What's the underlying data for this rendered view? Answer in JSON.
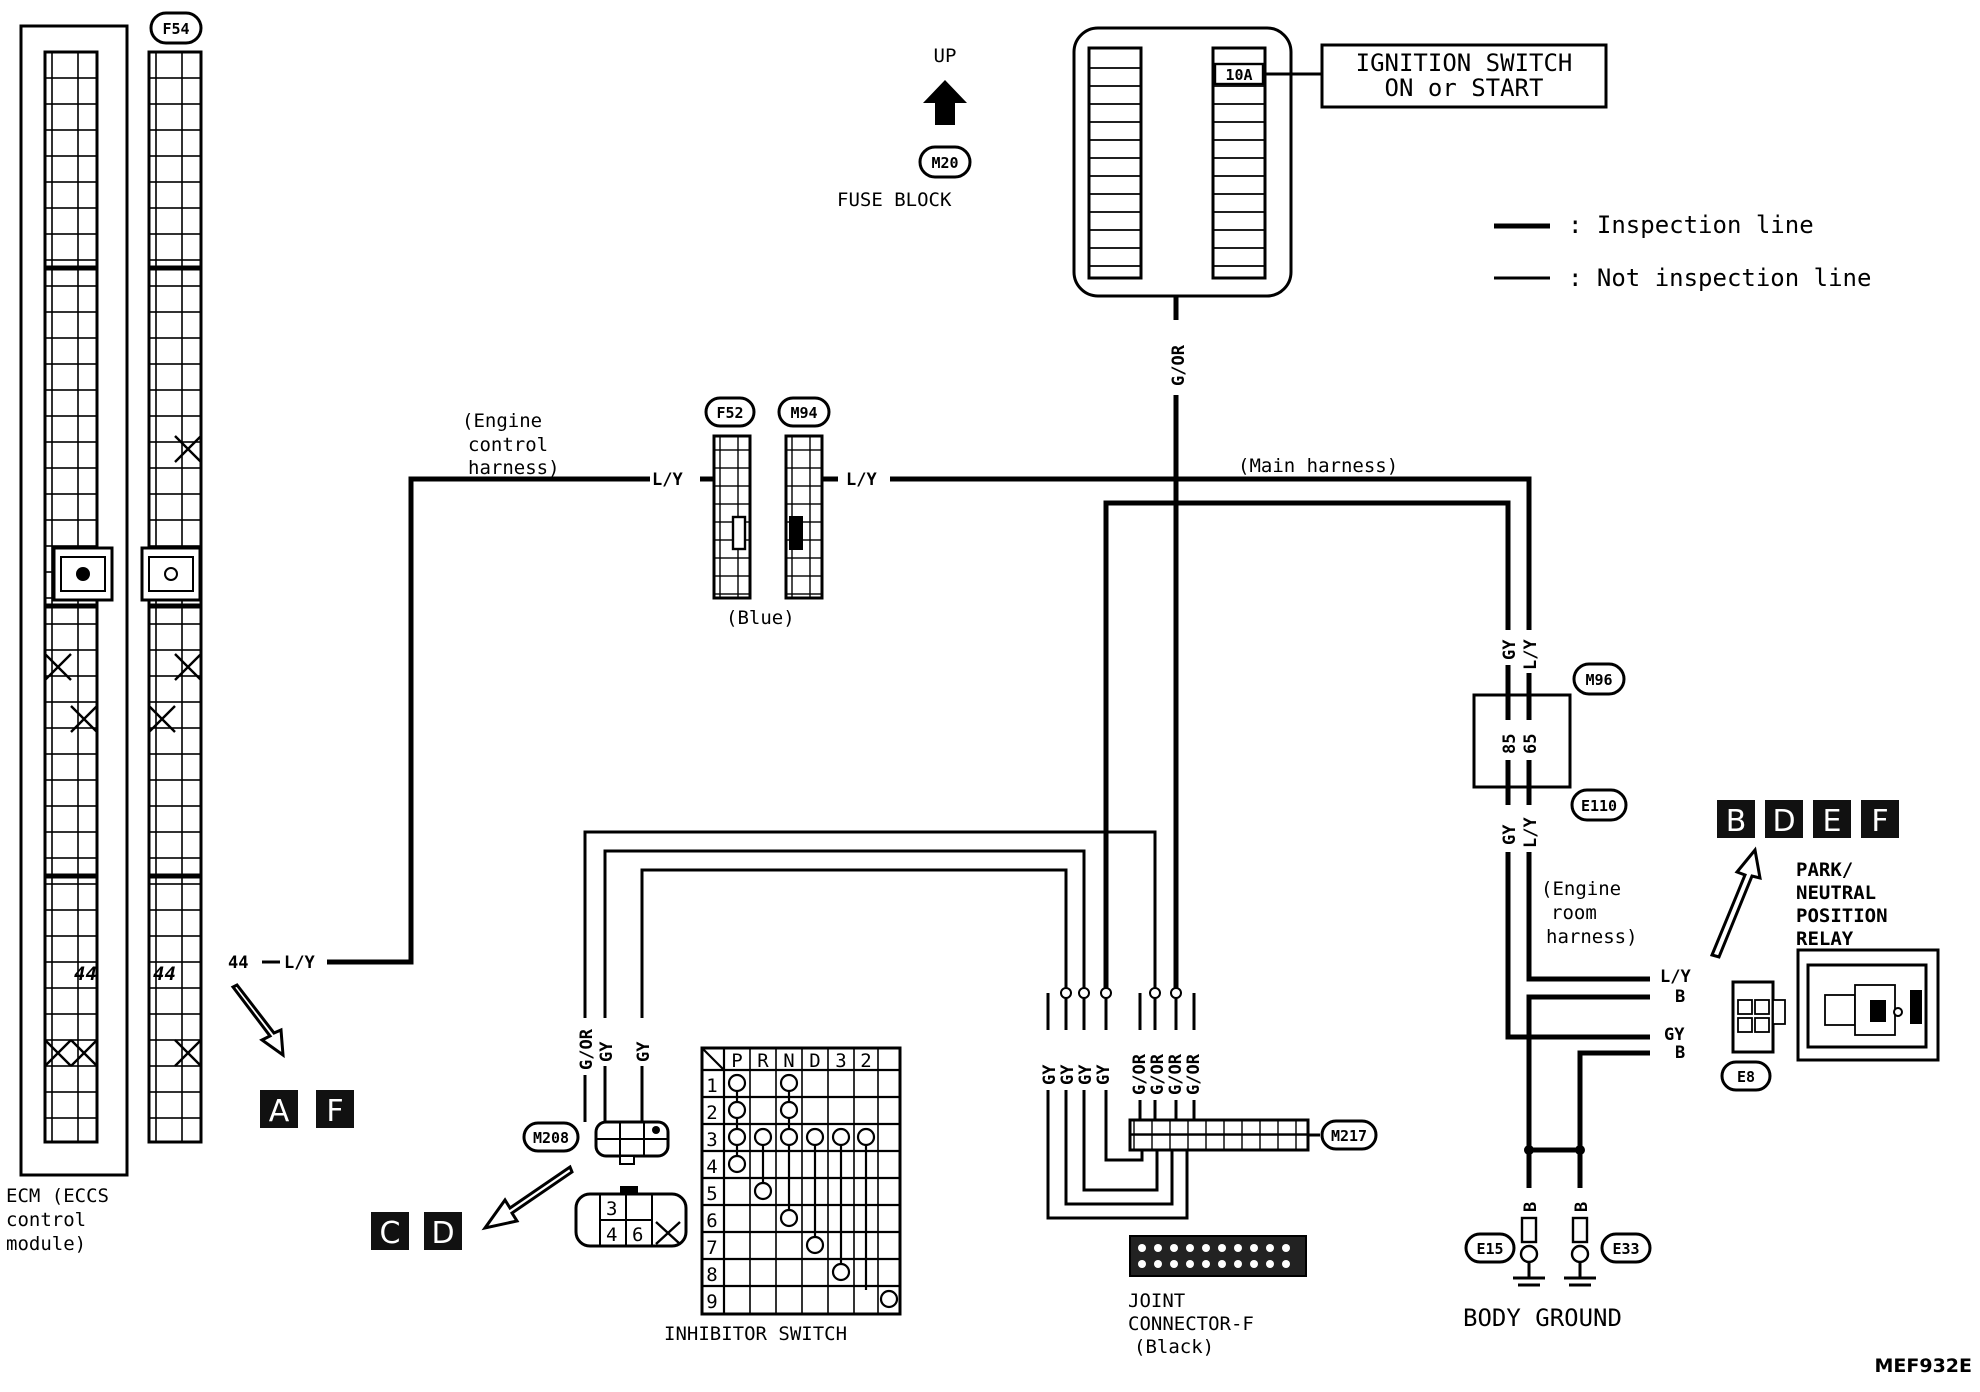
{
  "diagram_id": "MEF932E",
  "direction": {
    "label": "UP"
  },
  "fuse_block": {
    "connector": "M20",
    "label": "FUSE BLOCK",
    "fuse": "10A"
  },
  "ignition": {
    "line1": "IGNITION SWITCH",
    "line2": "ON or START"
  },
  "legend": {
    "inspection": ": Inspection line",
    "not_inspection": ": Not inspection line"
  },
  "ecm": {
    "line1": "ECM (ECCS",
    "line2": "control",
    "line3": "module)",
    "connector": "F54",
    "pin": "44",
    "pin_label": "44"
  },
  "harness": {
    "engine_control": [
      "(Engine",
      "control",
      "harness)"
    ],
    "main": "(Main harness)",
    "engine_room": [
      "(Engine",
      "room",
      "harness)"
    ],
    "blue": "(Blue)"
  },
  "connectors": {
    "f52": "F52",
    "m94": "M94",
    "m96": "M96",
    "e110": "E110",
    "m208": "M208",
    "m217": "M217",
    "e8": "E8",
    "e15": "E15",
    "e33": "E33"
  },
  "wires": {
    "ly": "L/Y",
    "gy": "GY",
    "gor": "G/OR",
    "b": "B"
  },
  "m96_pins": {
    "gy": "85",
    "ly": "65"
  },
  "relay": {
    "line1": "PARK/",
    "line2": "NEUTRAL",
    "line3": "POSITION",
    "line4": "RELAY"
  },
  "inhibitor": {
    "label": "INHIBITOR SWITCH",
    "positions": [
      "P",
      "R",
      "N",
      "D",
      "3",
      "2"
    ],
    "rows": [
      "1",
      "2",
      "3",
      "4",
      "5",
      "6",
      "7",
      "8",
      "9"
    ],
    "plug_pins": [
      "3",
      "4",
      "6"
    ]
  },
  "joint": {
    "line1": "JOINT",
    "line2": "CONNECTOR-F",
    "line3": "(Black)"
  },
  "ground": {
    "label": "BODY GROUND"
  },
  "refs": {
    "af": [
      "A",
      "F"
    ],
    "cd": [
      "C",
      "D"
    ],
    "bdef": [
      "B",
      "D",
      "E",
      "F"
    ]
  }
}
